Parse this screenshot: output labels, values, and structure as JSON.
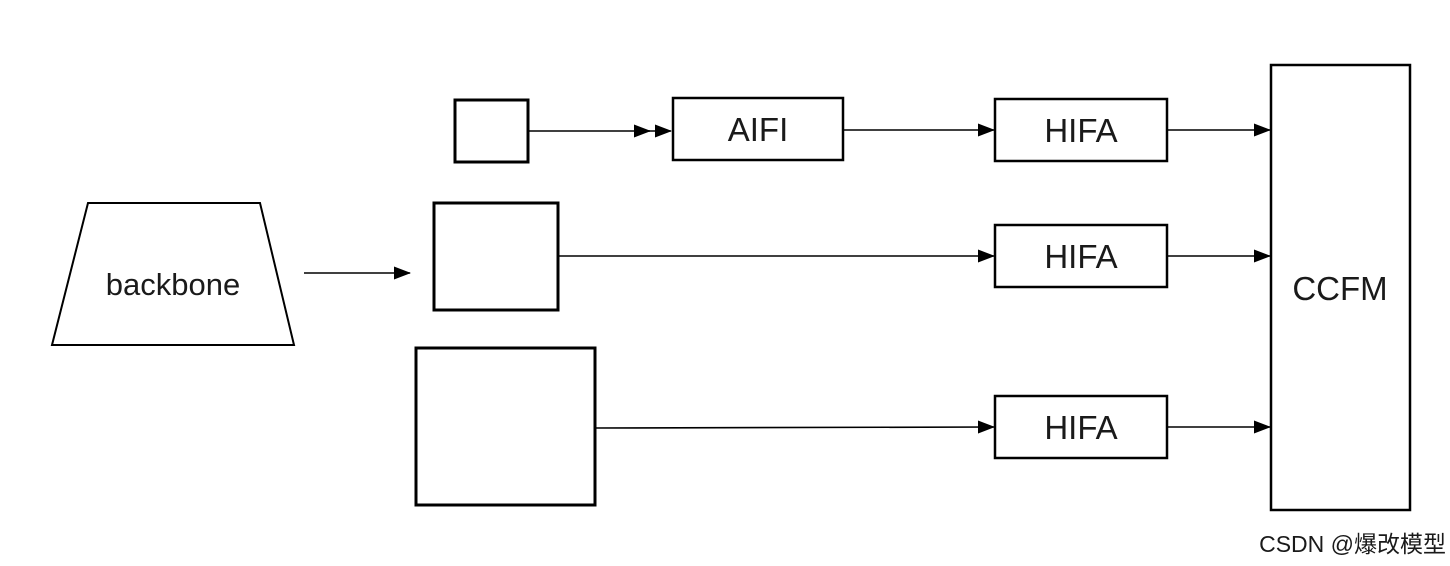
{
  "diagram": {
    "background_color": "#ffffff",
    "line_color": "#000000",
    "text_color": "#1a1a1a",
    "nodes": {
      "backbone": {
        "label": "backbone",
        "shape": "trapezoid"
      },
      "feature_map_small": {
        "label": "",
        "shape": "square",
        "size": "small"
      },
      "feature_map_medium": {
        "label": "",
        "shape": "square",
        "size": "medium"
      },
      "feature_map_large": {
        "label": "",
        "shape": "square",
        "size": "large"
      },
      "aifi": {
        "label": "AIFI",
        "shape": "rect"
      },
      "hifa_top": {
        "label": "HIFA",
        "shape": "rect"
      },
      "hifa_middle": {
        "label": "HIFA",
        "shape": "rect"
      },
      "hifa_bottom": {
        "label": "HIFA",
        "shape": "rect"
      },
      "ccfm": {
        "label": "CCFM",
        "shape": "rect"
      }
    },
    "edges": [
      {
        "from": "backbone",
        "to": "feature_map_medium",
        "arrowheads": 1
      },
      {
        "from": "feature_map_small",
        "to": "aifi",
        "arrowheads": 2
      },
      {
        "from": "aifi",
        "to": "hifa_top",
        "arrowheads": 1
      },
      {
        "from": "hifa_top",
        "to": "ccfm",
        "arrowheads": 1
      },
      {
        "from": "feature_map_medium",
        "to": "hifa_middle",
        "arrowheads": 1
      },
      {
        "from": "hifa_middle",
        "to": "ccfm",
        "arrowheads": 1
      },
      {
        "from": "feature_map_large",
        "to": "hifa_bottom",
        "arrowheads": 1
      },
      {
        "from": "hifa_bottom",
        "to": "ccfm",
        "arrowheads": 1
      }
    ],
    "watermark": {
      "text": "CSDN @爆改模型",
      "color": "#dcdcdc"
    }
  }
}
